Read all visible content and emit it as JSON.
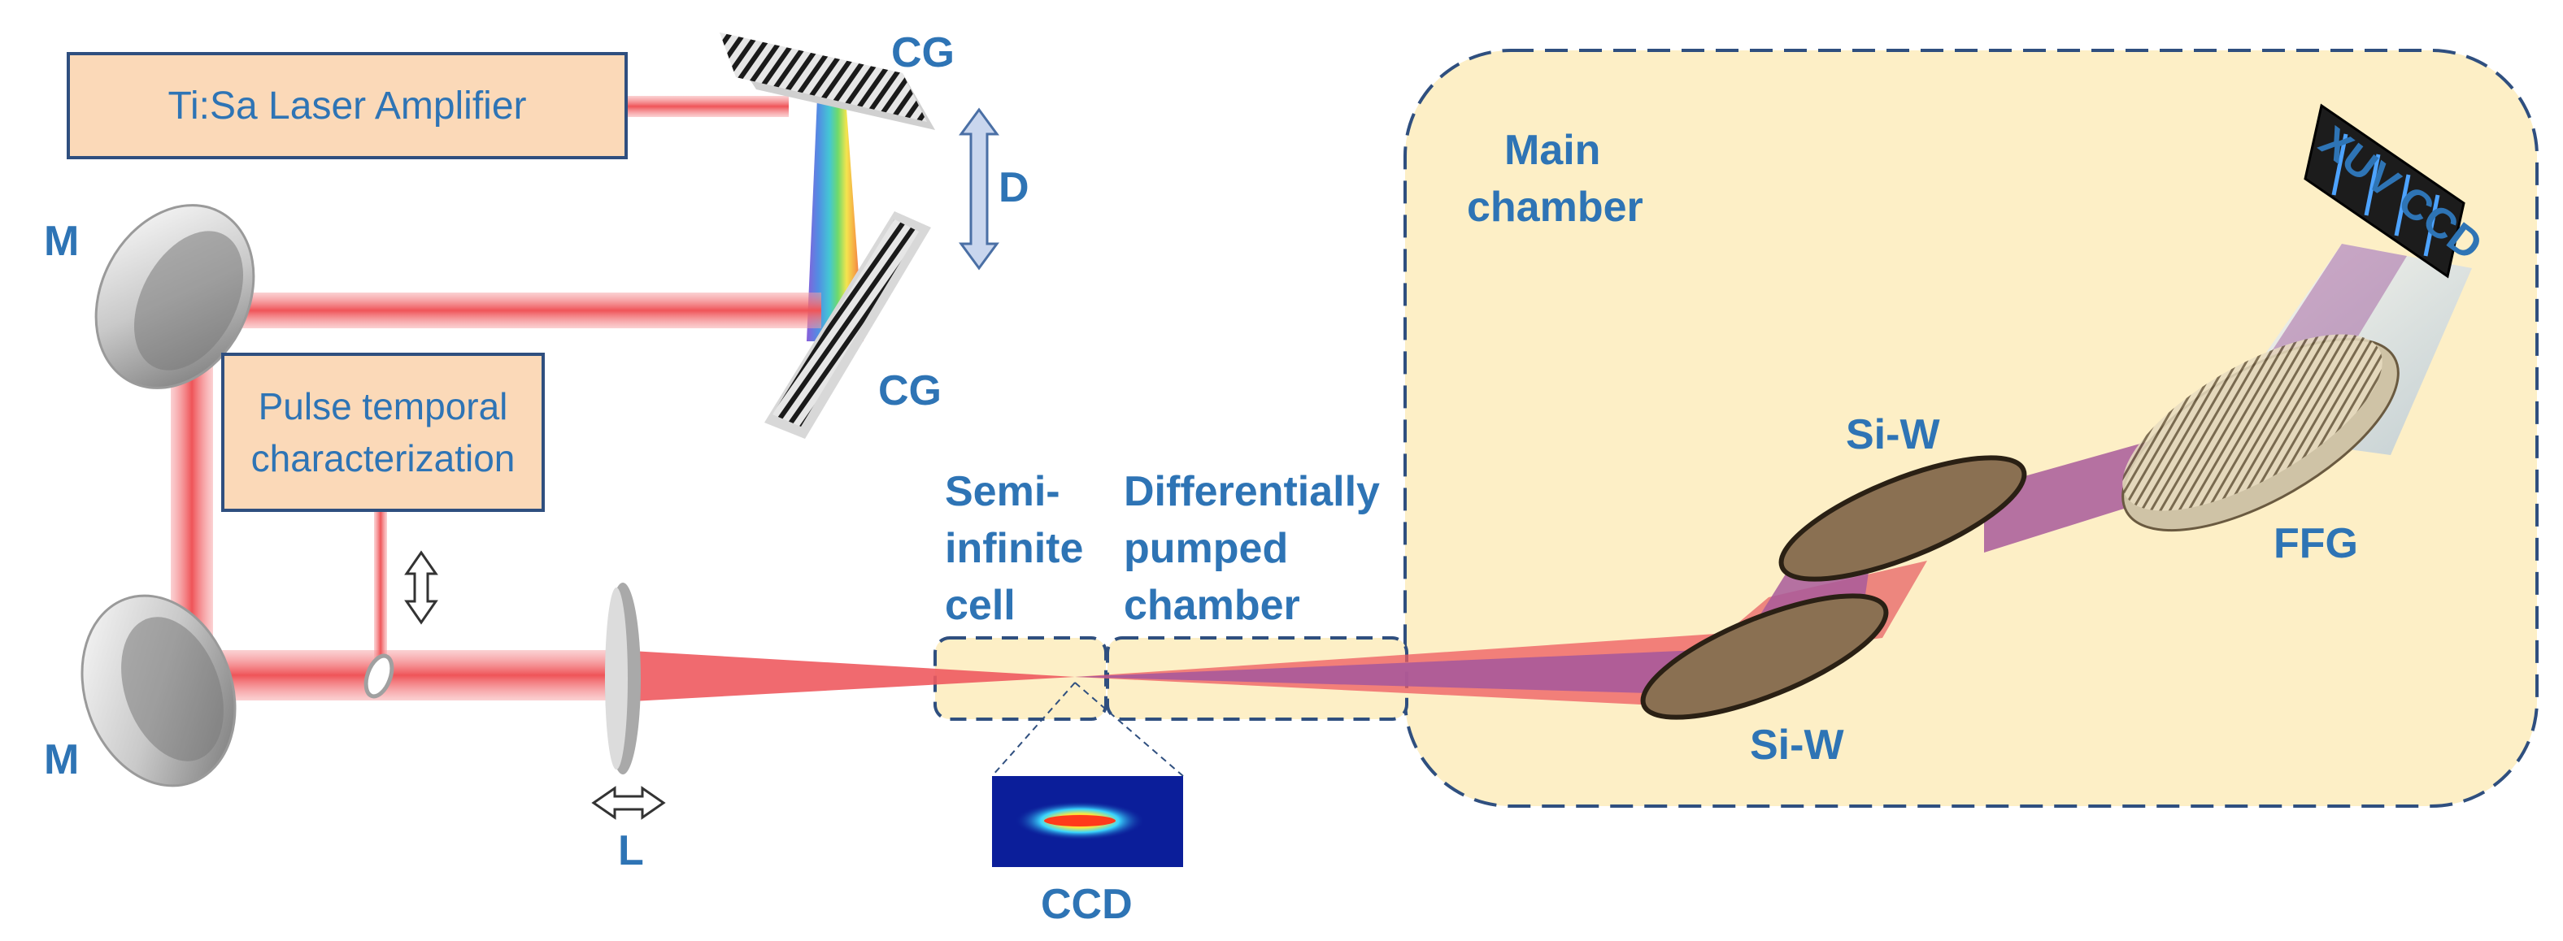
{
  "laser_box": "Ti:Sa Laser Amplifier",
  "pulse_box": {
    "line1": "Pulse temporal",
    "line2": "characterization"
  },
  "labels": {
    "cg_top": "CG",
    "cg_bottom": "CG",
    "d": "D",
    "m_top": "M",
    "m_bottom": "M",
    "l": "L",
    "ccd": "CCD",
    "semi": {
      "line1": "Semi-",
      "line2": "infinite",
      "line3": "cell"
    },
    "diff": {
      "line1": "Differentially",
      "line2": "pumped",
      "line3": "chamber"
    },
    "main": {
      "line1": "Main",
      "line2": "chamber"
    },
    "siw_top": "Si-W",
    "siw_bottom": "Si-W",
    "ffg": "FFG",
    "xuv_ccd": "XUV CCD"
  },
  "colors": {
    "beam": "#f0585e",
    "chamber_fill": "#fdefc6",
    "chamber_border": "#2f4f7f",
    "label": "#2e74b5",
    "box_fill": "#fbd9b8",
    "xuv_beam": "#a85a9a"
  }
}
